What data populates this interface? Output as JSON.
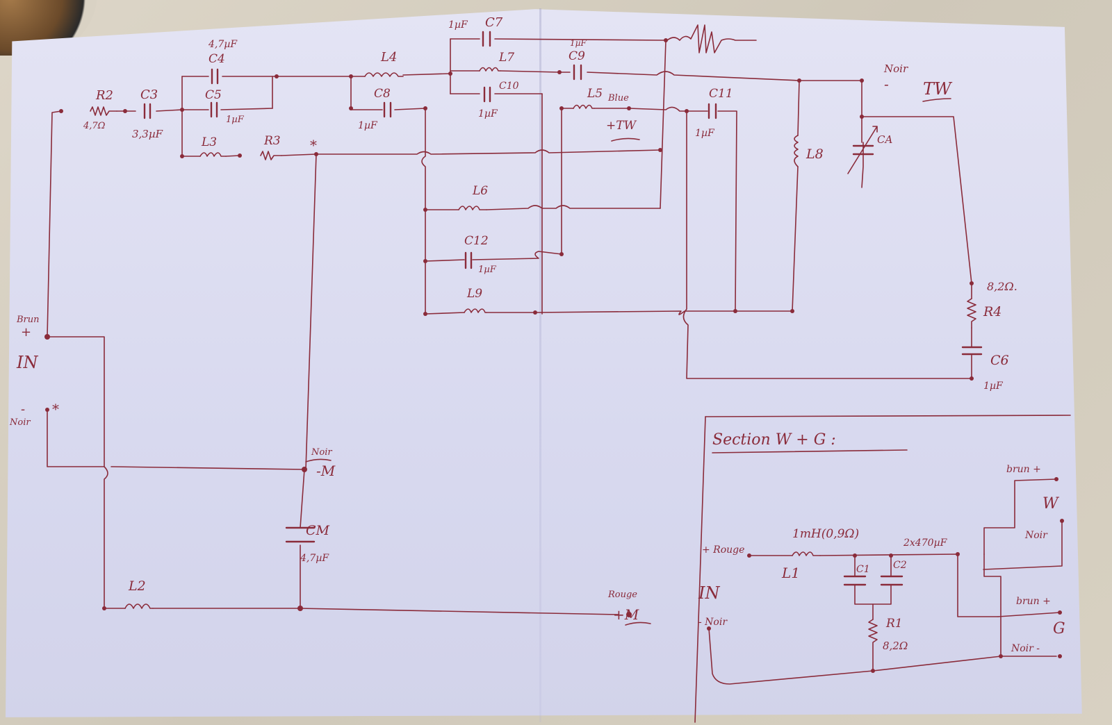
{
  "components": {
    "R2": "R2",
    "R2_value": "4,7Ω",
    "C3": "C3",
    "C3_value": "3,3µF",
    "C4": "C4",
    "C4_value": "4,7µF",
    "C5": "C5",
    "C5_value": "1µF",
    "L3": "L3",
    "R3": "R3",
    "L4": "L4",
    "C8": "C8",
    "C8_value": "1µF",
    "C7": "C7",
    "C7_value": "1µF",
    "L7": "L7",
    "C10": "C10",
    "C10_value": "1µF",
    "C9": "C9",
    "C9_value": "1µF",
    "L5": "L5",
    "C11": "C11",
    "C11_value": "1µF",
    "L8": "L8",
    "CA": "CA",
    "L6": "L6",
    "C12": "C12",
    "C12_value": "1µF",
    "L9": "L9",
    "R4": "R4",
    "R4_value": "8,2Ω.",
    "C6": "C6",
    "C6_value": "1µF",
    "CM": "CM",
    "CM_value": "4,7µF",
    "L2": "L2"
  },
  "terminals": {
    "tw_noir": "Noir",
    "tw_minus": "-",
    "tw_label": "TW",
    "tw_plus_color": "Blue",
    "tw_plus": "+TW",
    "in_color": "Brun",
    "in_plus": "+",
    "in_label": "IN",
    "in_minus": "-",
    "in_minus_color": "Noir",
    "m_minus_color": "Noir",
    "m_minus": "-M",
    "m_plus_color": "Rouge",
    "m_plus": "+M"
  },
  "section": {
    "title": "Section W + G :",
    "in_plus": "+ Rouge",
    "in_label": "IN",
    "in_minus": "- Noir",
    "L1_value": "1mH(0,9Ω)",
    "L1": "L1",
    "C1": "C1",
    "C2": "C2",
    "caps_value": "2x470µF",
    "R1": "R1",
    "R1_value": "8,2Ω",
    "w_plus": "brun +",
    "w_label": "W",
    "w_minus": "Noir",
    "g_plus": "brun +",
    "g_label": "G",
    "g_minus": "Noir -"
  }
}
